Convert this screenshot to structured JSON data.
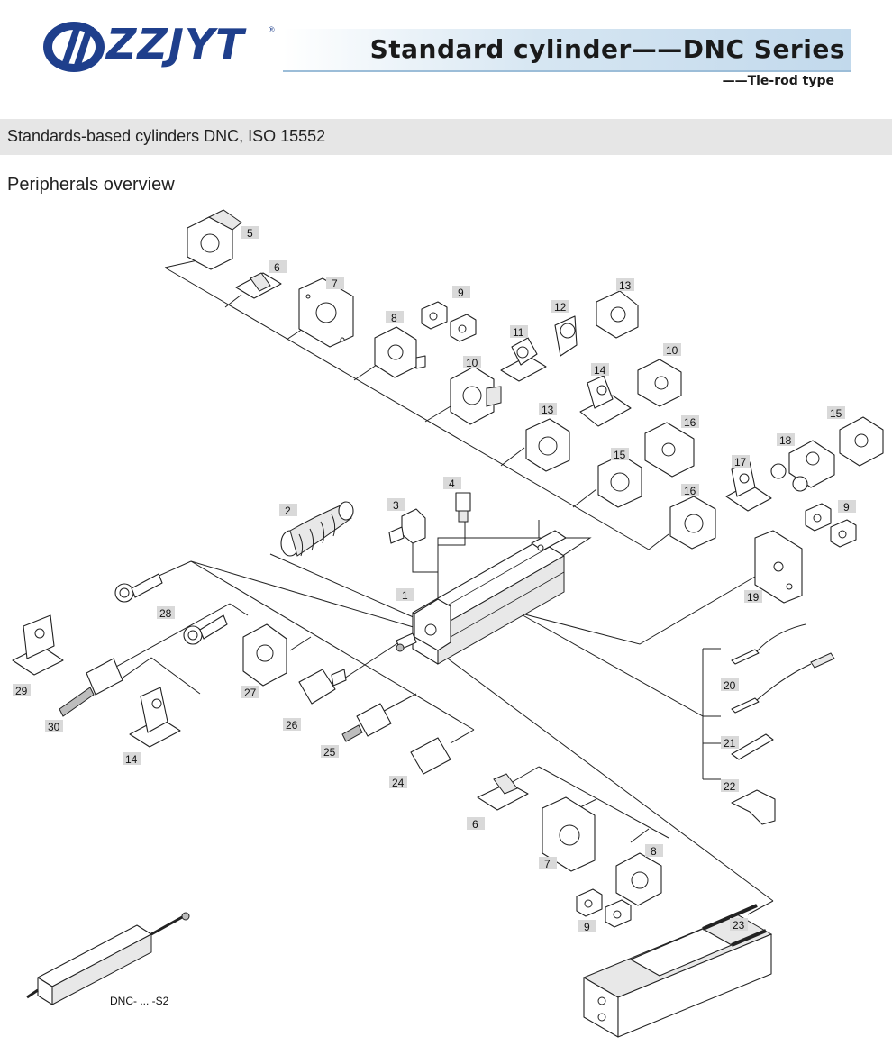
{
  "brand": {
    "name": "ZZJYT",
    "registered": "®",
    "accent_color": "#1f3f8c"
  },
  "header": {
    "title": "Standard cylinder——DNC Series",
    "subtitle": "——Tie-rod type"
  },
  "section": {
    "title": "Standards-based cylinders DNC, ISO 15552"
  },
  "overview": {
    "heading": "Peripherals overview"
  },
  "callouts": {
    "c1": "1",
    "c2": "2",
    "c3": "3",
    "c4": "4",
    "c5": "5",
    "c6a": "6",
    "c7a": "7",
    "c8a": "8",
    "c9a": "9",
    "c10a": "10",
    "c10b": "10",
    "c11": "11",
    "c12": "12",
    "c13a": "13",
    "c13b": "13",
    "c14a": "14",
    "c15a": "15",
    "c15b": "15",
    "c16a": "16",
    "c16b": "16",
    "c17": "17",
    "c18": "18",
    "c9b": "9",
    "c19": "19",
    "c20": "20",
    "c21": "21",
    "c22": "22",
    "c28": "28",
    "c29": "29",
    "c30": "30",
    "c27": "27",
    "c14b": "14",
    "c26": "26",
    "c25": "25",
    "c24": "24",
    "c6b": "6",
    "c7b": "7",
    "c8b": "8",
    "c9c": "9",
    "c23": "23"
  },
  "caption": {
    "variant_label": "DNC- ... -S2"
  }
}
